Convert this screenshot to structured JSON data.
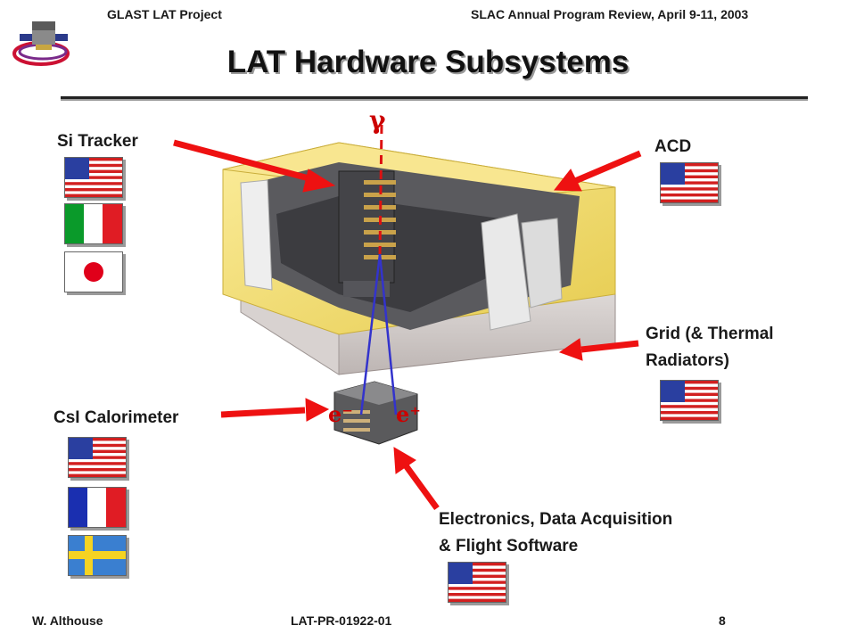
{
  "header": {
    "project": "GLAST LAT Project",
    "review": "SLAC Annual Program Review, April 9-11, 2003"
  },
  "title": "LAT Hardware Subsystems",
  "labels": {
    "si_tracker": "Si Tracker",
    "acd": "ACD",
    "grid_line1": "Grid (& Thermal",
    "grid_line2": "Radiators)",
    "calorimeter": "CsI Calorimeter",
    "electronics_line1": "Electronics, Data Acquisition",
    "electronics_line2": "& Flight Software"
  },
  "diagram": {
    "gamma": "γ",
    "electron": "e⁻",
    "positron": "e⁺"
  },
  "flags": {
    "si_tracker": [
      "us-flag",
      "italy-flag",
      "japan-flag"
    ],
    "acd": [
      "us-flag"
    ],
    "grid": [
      "us-flag"
    ],
    "calorimeter": [
      "us-flag",
      "france-flag",
      "sweden-flag"
    ],
    "electronics": [
      "us-flag"
    ]
  },
  "colors": {
    "arrow": "#ee1111",
    "acd_foam": "#f4e070",
    "track_line": "#3333cc"
  },
  "footer": {
    "author": "W. Althouse",
    "doc_id": "LAT-PR-01922-01",
    "page": "8"
  }
}
